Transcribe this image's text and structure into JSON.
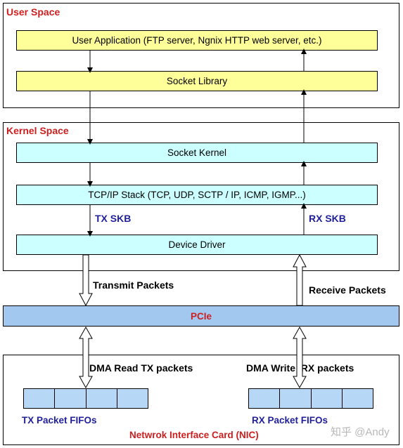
{
  "user_space": {
    "title": "User Space",
    "app_box": "User Application (FTP server, Ngnix HTTP web server, etc.)",
    "socket_library": "Socket Library"
  },
  "kernel_space": {
    "title": "Kernel Space",
    "socket_kernel": "Socket Kernel",
    "tcpip_stack": "TCP/IP Stack (TCP, UDP, SCTP / IP, ICMP, IGMP...)",
    "tx_skb": "TX SKB",
    "rx_skb": "RX SKB",
    "device_driver": "Device Driver"
  },
  "bus": {
    "transmit_packets": "Transmit Packets",
    "receive_packets": "Receive Packets",
    "pcie": "PCIe"
  },
  "nic": {
    "dma_read": "DMA Read TX packets",
    "dma_write": "DMA Write  RX packets",
    "tx_fifos": "TX Packet FIFOs",
    "rx_fifos": "RX Packet FIFOs",
    "title": "Netwrok Interface Card (NIC)"
  },
  "watermark": "知乎 @Andy",
  "colors": {
    "user_box": "#ffff99",
    "kernel_box": "#ccffff",
    "pcie_bar": "#a3c8f0",
    "fifo_cell": "#b6d7f5",
    "section_title": "#cc1f1f",
    "skb_label": "#1f1f9c"
  }
}
